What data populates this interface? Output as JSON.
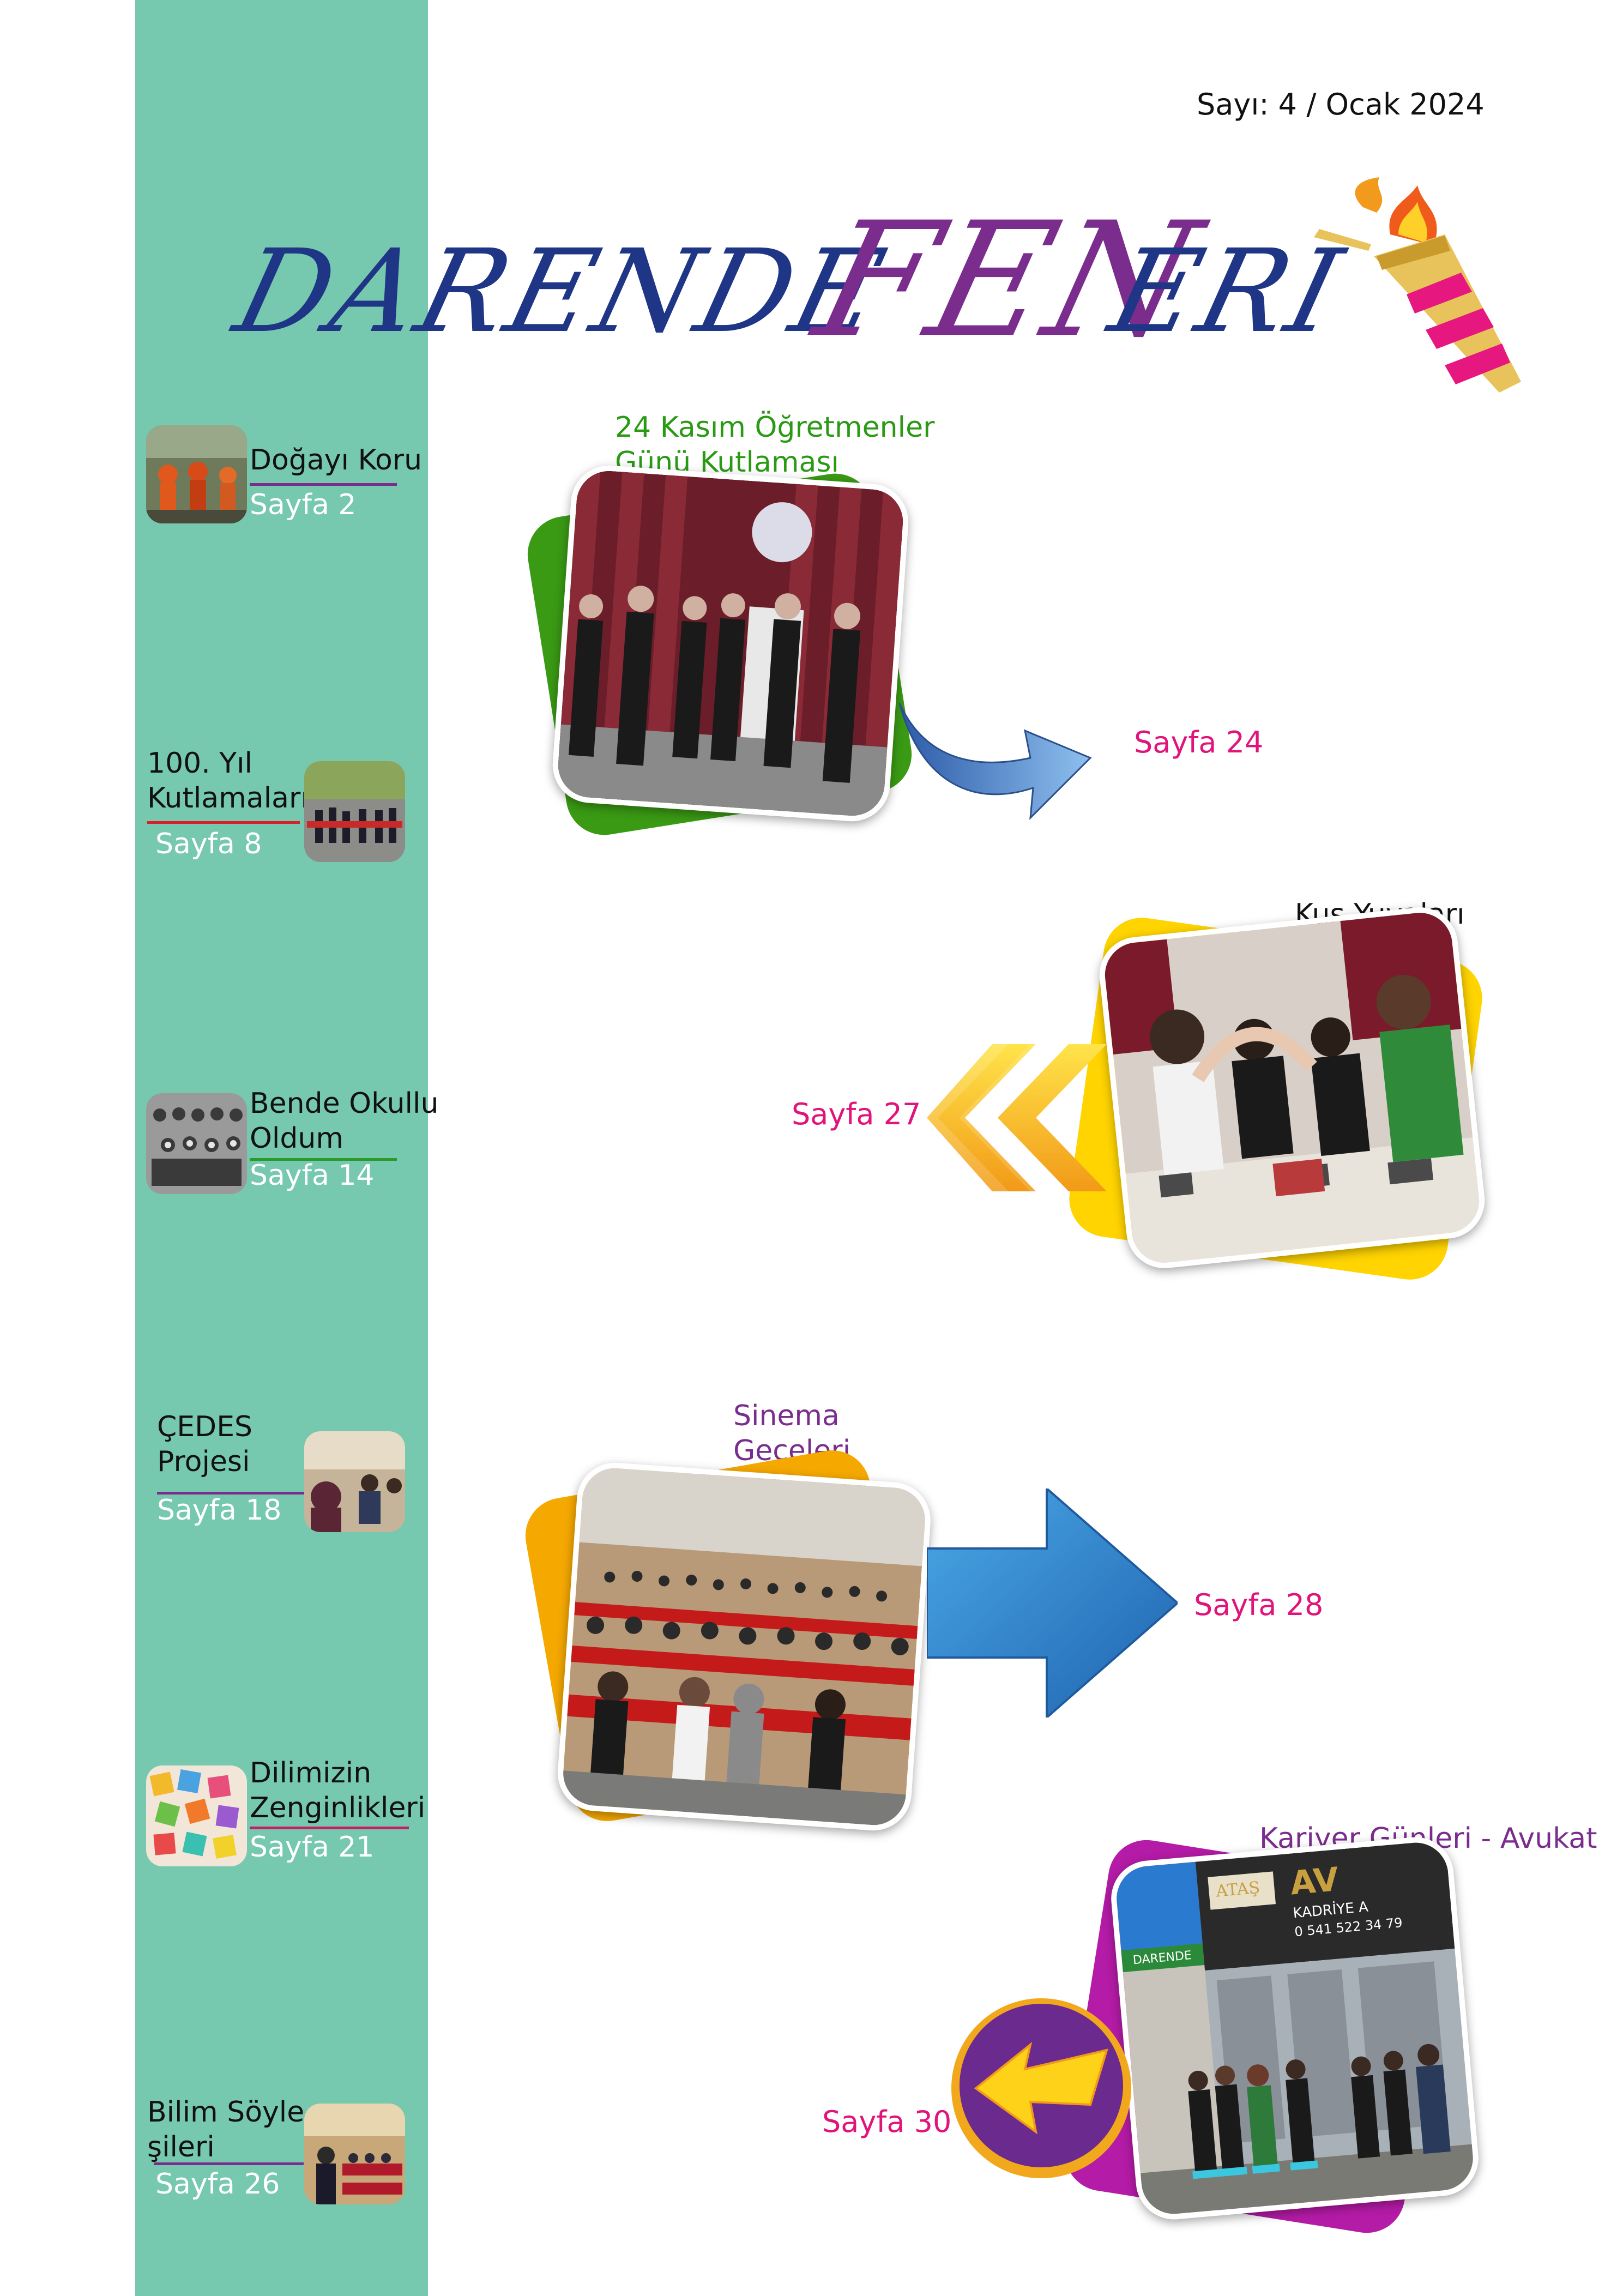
{
  "issue": "Sayı: 4 / Ocak 2024",
  "masthead": {
    "part1": "DARENDE",
    "part2": "FEN",
    "part3": "ERI"
  },
  "colors": {
    "sidebar": "#76c8ae",
    "title_blue": "#1f3585",
    "title_purple": "#7b2d8e",
    "link_pink": "#e0147a",
    "green_card": "#3a9a14",
    "yellow_card": "#ffd400",
    "orange_card": "#f5a800",
    "purple_card": "#b41ba6"
  },
  "sidebar": [
    {
      "label": "Doğayı Koru",
      "page": "Sayfa 2",
      "icon": "nature-photo"
    },
    {
      "label1": "100. Yıl",
      "label2": "Kutlamaları",
      "page": "Sayfa 8",
      "icon": "celebration-photo"
    },
    {
      "label1": "Bende Okullu",
      "label2": "Oldum",
      "page": "Sayfa 14",
      "icon": "old-school-photo"
    },
    {
      "label1": "ÇEDES",
      "label2": "Projesi",
      "page": "Sayfa 18",
      "icon": "project-photo"
    },
    {
      "label1": "Dilimizin",
      "label2": "Zenginlikleri",
      "page": "Sayfa 21",
      "icon": "letters-photo"
    },
    {
      "label1": "Bilim Söyle-",
      "label2": "şileri",
      "page": "Sayfa 26",
      "icon": "science-talk-photo"
    }
  ],
  "features": [
    {
      "title1": "24 Kasım Öğretmenler",
      "title2": "Günü Kutlaması",
      "page": "Sayfa 24",
      "icon": "curved-arrow-icon"
    },
    {
      "title": "Kuş Yuvaları",
      "page": "Sayfa 27",
      "icon": "double-chevron-left-icon"
    },
    {
      "title1": "Sinema",
      "title2": "Geceleri",
      "page": "Sayfa 28",
      "icon": "arrow-right-icon"
    },
    {
      "title": "Kariyer Günleri - Avukat",
      "page": "Sayfa 30",
      "icon": "circle-arrow-left-icon"
    }
  ],
  "photo_signs": {
    "office_sign": "ATAŞ",
    "office_brand": "AV",
    "office_name": "KADRİYE A",
    "office_phone": "0 541 522 34 79",
    "street_sign": "DARENDE"
  }
}
